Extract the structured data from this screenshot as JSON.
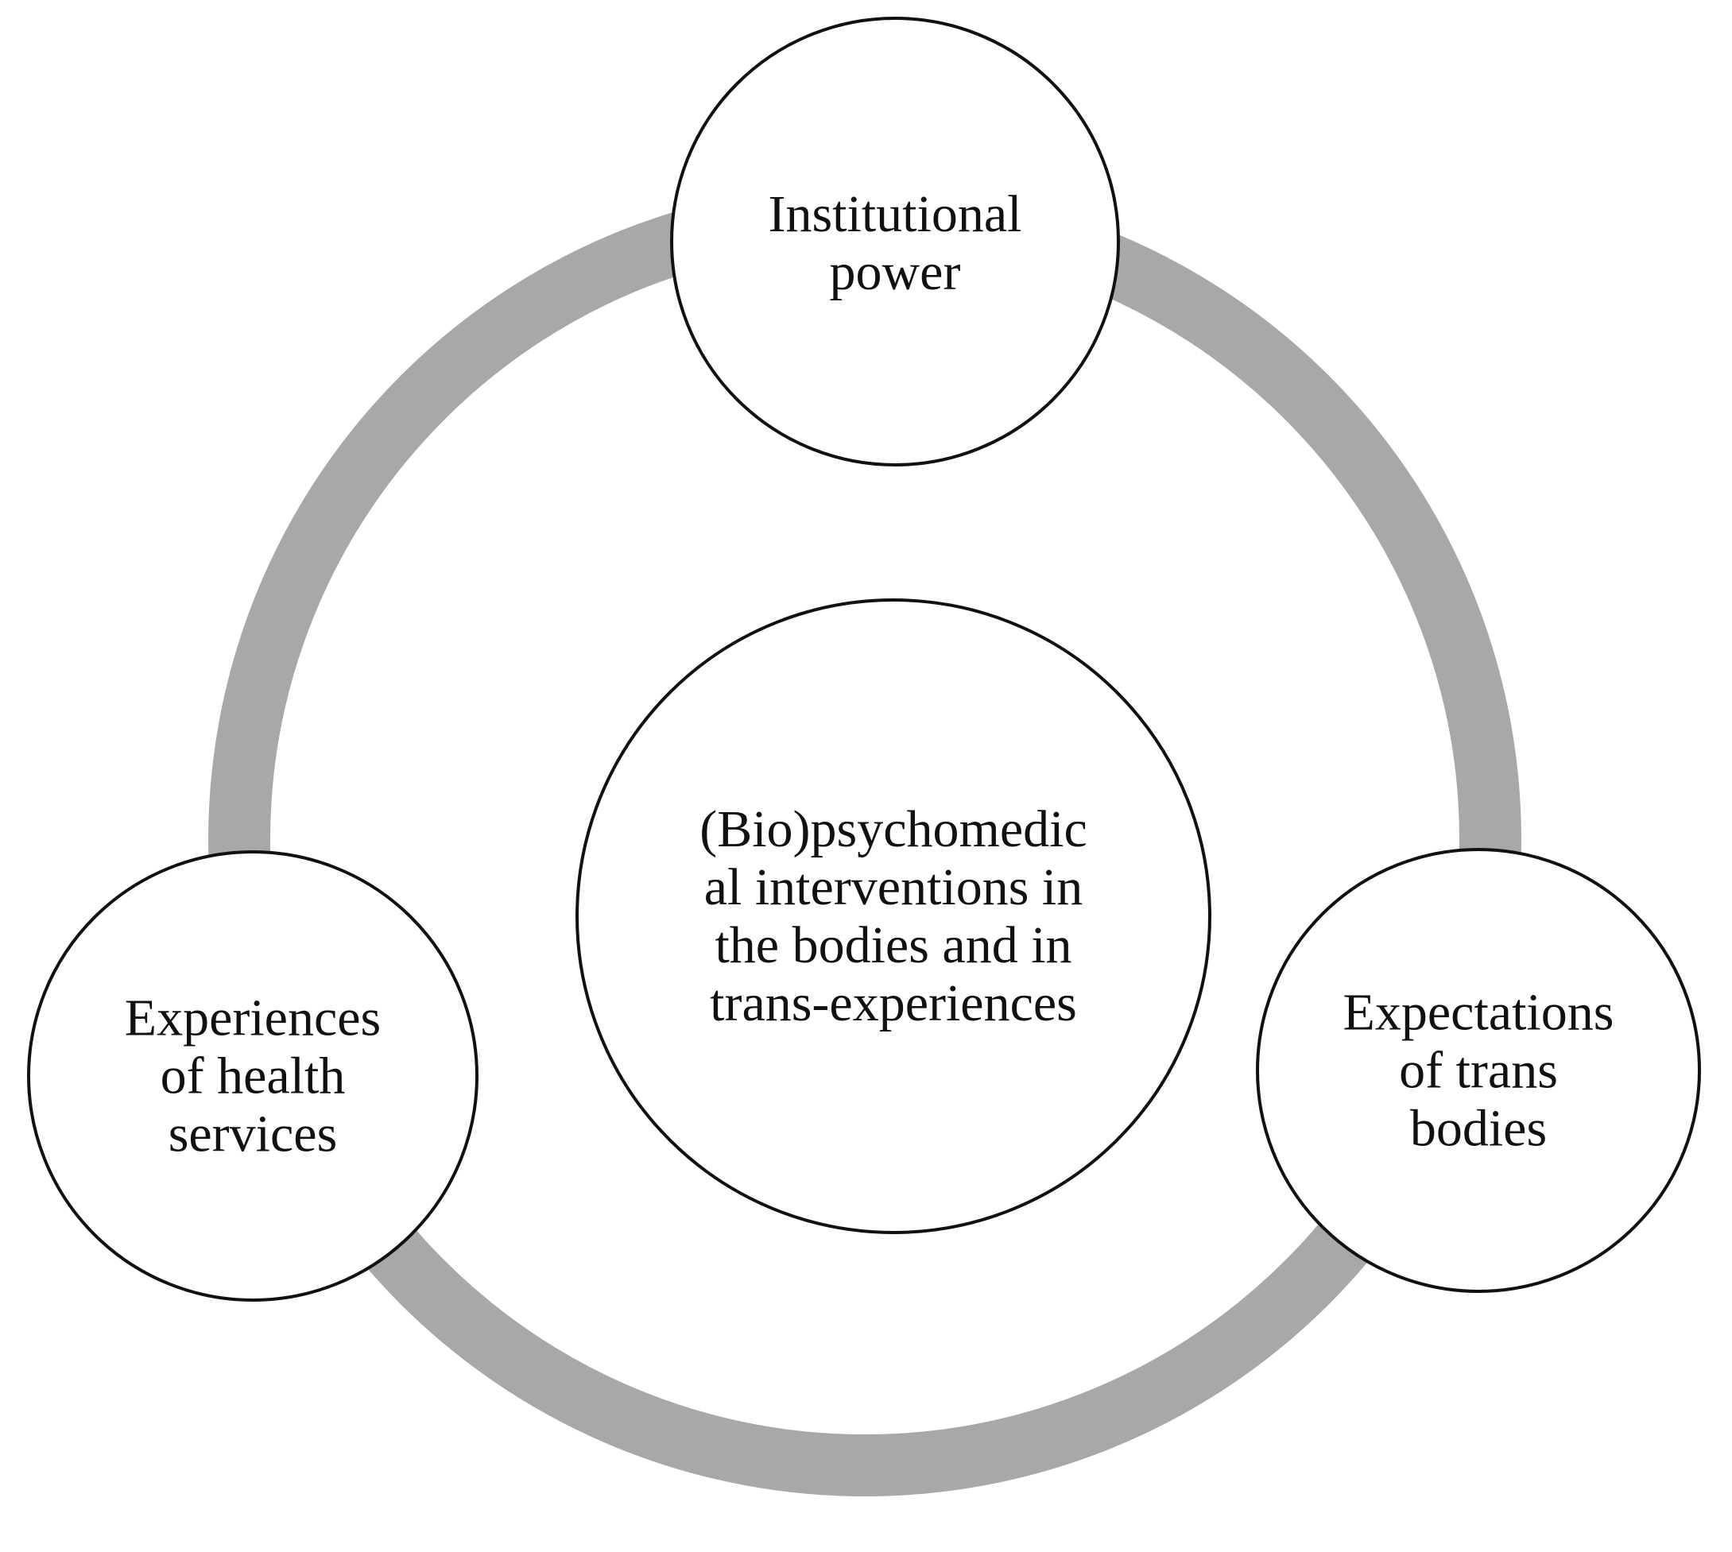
{
  "colors": {
    "background": "#ffffff",
    "ring": "#a8a8a8",
    "circle_fill": "#ffffff",
    "circle_stroke": "#111111",
    "text": "#111111"
  },
  "center": {
    "label": "(Bio)psychomedic\nal interventions in\nthe bodies and in\ntrans-experiences"
  },
  "nodes": {
    "top": {
      "label": "Institutional\npower"
    },
    "left": {
      "label": "Experiences\nof health\nservices"
    },
    "right": {
      "label": "Expectations\nof trans\nbodies"
    }
  }
}
